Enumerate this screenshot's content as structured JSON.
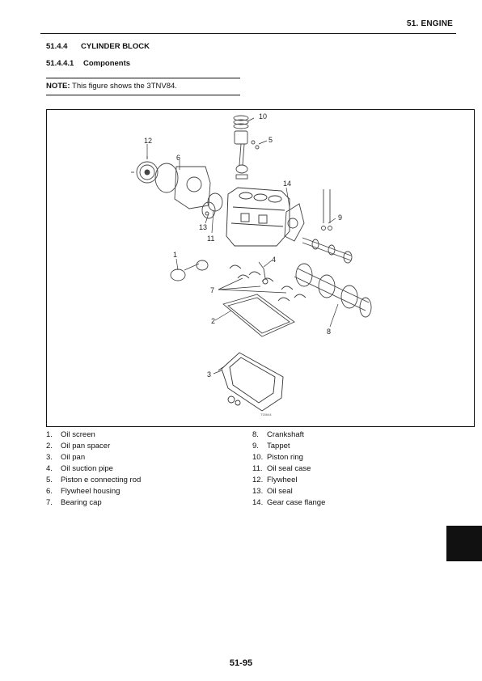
{
  "header": {
    "title": "51. ENGINE"
  },
  "section": {
    "number": "51.4.4",
    "title": "CYLINDER BLOCK"
  },
  "subsection": {
    "number": "51.4.4.1",
    "title": "Components"
  },
  "note": {
    "label": "NOTE:",
    "text": "This figure shows the 3TNV84."
  },
  "figure": {
    "code": "T20644",
    "callouts": [
      "10",
      "5",
      "12",
      "6",
      "14",
      "9",
      "13",
      "11",
      "1",
      "4",
      "7",
      "8",
      "2",
      "3"
    ]
  },
  "legend": {
    "left": [
      {
        "num": "1.",
        "label": "Oil screen"
      },
      {
        "num": "2.",
        "label": "Oil pan spacer"
      },
      {
        "num": "3.",
        "label": "Oil pan"
      },
      {
        "num": "4.",
        "label": "Oil suction pipe"
      },
      {
        "num": "5.",
        "label": "Piston e connecting rod"
      },
      {
        "num": "6.",
        "label": "Flywheel housing"
      },
      {
        "num": "7.",
        "label": "Bearing cap"
      }
    ],
    "right": [
      {
        "num": "8.",
        "label": "Crankshaft"
      },
      {
        "num": "9.",
        "label": "Tappet"
      },
      {
        "num": "10.",
        "label": "Piston ring"
      },
      {
        "num": "11.",
        "label": "Oil seal case"
      },
      {
        "num": "12.",
        "label": "Flywheel"
      },
      {
        "num": "13.",
        "label": "Oil seal"
      },
      {
        "num": "14.",
        "label": "Gear case flange"
      }
    ]
  },
  "footer": {
    "page_number": "51-95"
  }
}
